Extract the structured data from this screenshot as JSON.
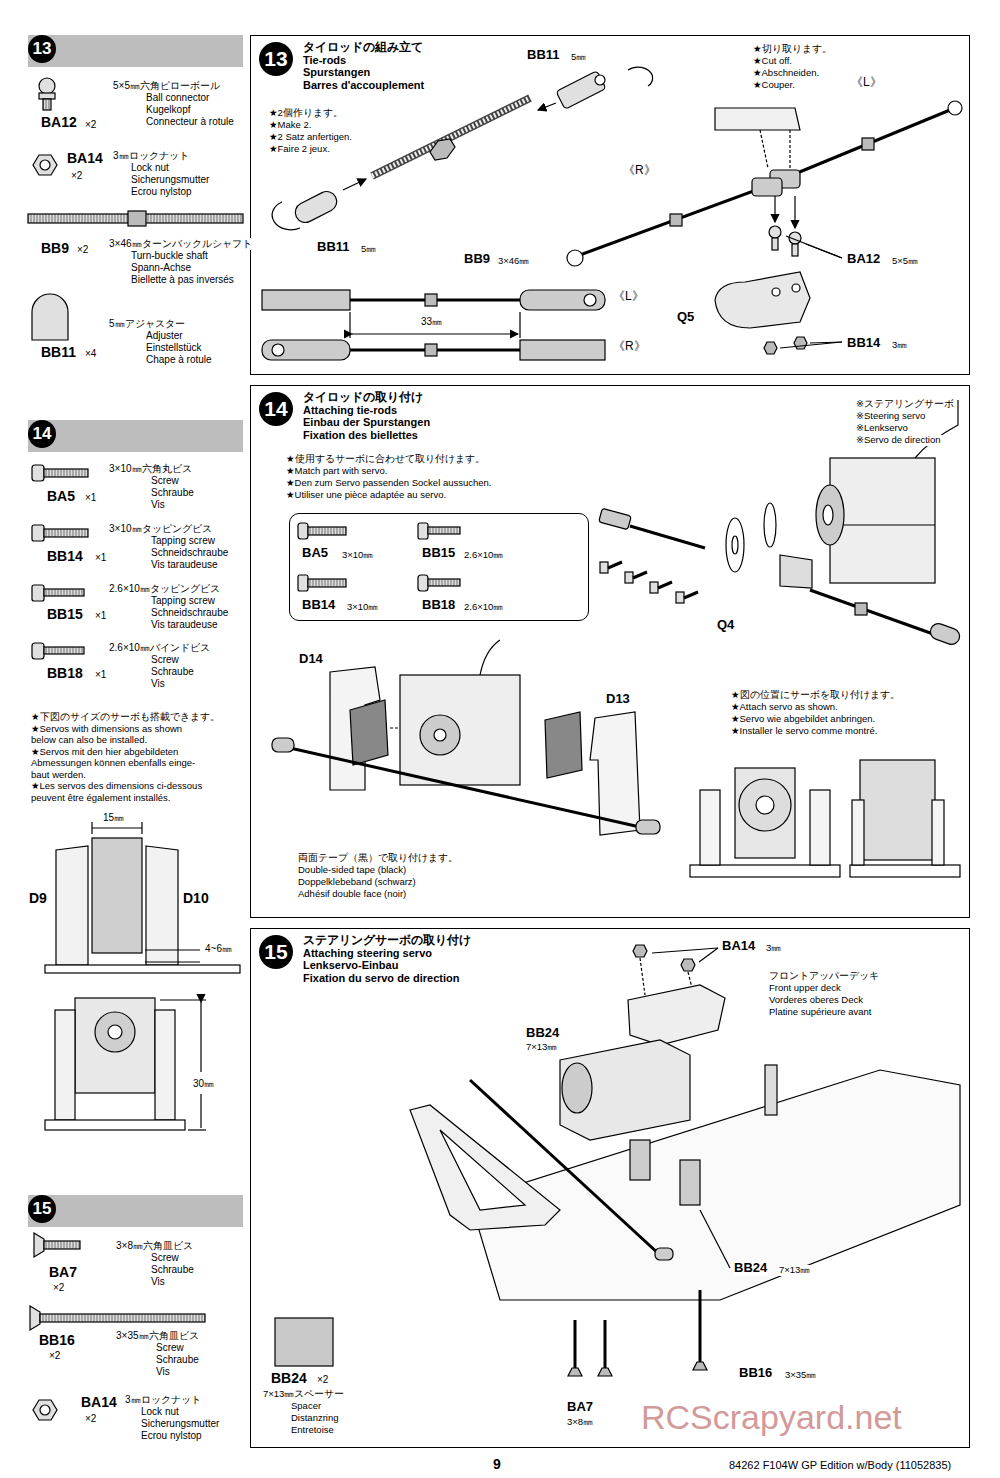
{
  "diagram": {
    "nodes": [
      {
        "text": [
          "13"
        ]
      },
      {
        "text": [
          "13",
          "タイロッドの組み立て",
          "Tie-rods",
          "Spurstangen",
          "Barres d'accouplement"
        ]
      },
      {
        "text": [
          "14"
        ]
      },
      {
        "text": [
          "14",
          "タイロッドの取り付け",
          "Attaching tie-rods",
          "Einbau der Spurstangen",
          "Fixation des biellettes"
        ]
      },
      {
        "text": [
          "BA5",
          "3×10㎜",
          "BB15",
          "2.6×10㎜",
          "BB14",
          "3×10㎜",
          "BB18",
          "2.6×10㎜"
        ],
        "in": 3
      },
      {
        "text": [
          "15"
        ]
      },
      {
        "text": [
          "15",
          "ステアリングサーボの取り付け",
          "Attaching steering servo",
          "Lenkservo-Einbau",
          "Fixation du servo de direction"
        ]
      }
    ],
    "labels": [
      "5×5㎜六角ピローボール",
      "Ball connector",
      "Kugelkopf",
      "Connecteur à rotule",
      "BA12",
      "×2",
      "3㎜ロックナット",
      "Lock nut",
      "Sicherungsmutter",
      "Ecrou nylstop",
      "BA14",
      "×2",
      "BB9",
      "×2",
      "3×46㎜ターンバックルシャフト",
      "Turn-buckle shaft",
      "Spann-Achse",
      "Biellette à pas inversés",
      "5㎜アジャスター",
      "Adjuster",
      "Einstellstück",
      "Chape à rotule",
      "BB11",
      "×4",
      "3×10㎜六角丸ビス",
      "Screw",
      "Schraube",
      "Vis",
      "BA5",
      "×1",
      "3×10㎜タッピングビス",
      "Tapping screw",
      "Schneidschraube",
      "Vis taraudeuse",
      "BB14",
      "×1",
      "2.6×10㎜タッピングビス",
      "Tapping screw",
      "Schneidschraube",
      "Vis taraudeuse",
      "BB15",
      "×1",
      "2.6×10㎜バインドビス",
      "Screw",
      "Schraube",
      "Vis",
      "BB18",
      "×1",
      "★下図のサイズのサーボも搭載できます。",
      "★Servos with dimensions as shown",
      "below can also be installed.",
      "★Servos mit den hier abgebildeten",
      "Abmessungen können ebenfalls einge-",
      "baut werden.",
      "★Les servos des dimensions ci-dessous",
      "peuvent être également installés.",
      "15㎜",
      "D9",
      "D10",
      "4~6㎜",
      "30㎜",
      "3×8㎜六角皿ビス",
      "Screw",
      "Schraube",
      "Vis",
      "BA7",
      "×2",
      "3×35㎜六角皿ビス",
      "Screw",
      "Schraube",
      "Vis",
      "BB16",
      "×2",
      "3㎜ロックナット",
      "Lock nut",
      "Sicherungsmutter",
      "Ecrou nylstop",
      "BA14",
      "×2",
      "BB24",
      "×2",
      "7×13㎜スペーサー",
      "Spacer",
      "Distanzring",
      "Entretoise",
      "★2個作ります。",
      "★Make 2.",
      "★2 Satz anfertigen.",
      "★Faire 2 jeux.",
      "BB11",
      "5㎜",
      "BB9",
      "3×46㎜",
      "BB11",
      "5㎜",
      "33㎜",
      "《L》",
      "《R》",
      "★切り取ります。",
      "★Cut off.",
      "★Abschneiden.",
      "★Couper.",
      "《L》",
      "《R》",
      "BA12",
      "5×5㎜",
      "Q5",
      "BB14",
      "3㎜",
      "★使用するサーボに合わせて取り付けます。",
      "★Match part with servo.",
      "★Den zum Servo passenden Sockel aussuchen.",
      "★Utiliser une pièce adaptée au servo.",
      "※ステアリングサーボ",
      "※Steering servo",
      "※Lenkservo",
      "※Servo de direction",
      "Q4",
      "D14",
      "D13",
      "★図の位置にサーボを取り付けます。",
      "★Attach servo as shown.",
      "★Servo wie abgebildet anbringen.",
      "★Installer le servo comme montré.",
      "両面テープ（黒）で取り付けます。",
      "Double-sided tape (black)",
      "Doppelklebeband (schwarz)",
      "Adhésif double face (noir)",
      "BA14",
      "3㎜",
      "フロントアッパーデッキ",
      "Front upper deck",
      "Vorderes oberes Deck",
      "Platine supérieure avant",
      "BB24",
      "7×13㎜",
      "BB24",
      "7×13㎜",
      "BA7",
      "3×8㎜",
      "BB16",
      "3×35㎜",
      "9",
      "84262 F104W GP Edition w/Body (11052835)",
      "RCScrapyard.net"
    ]
  }
}
